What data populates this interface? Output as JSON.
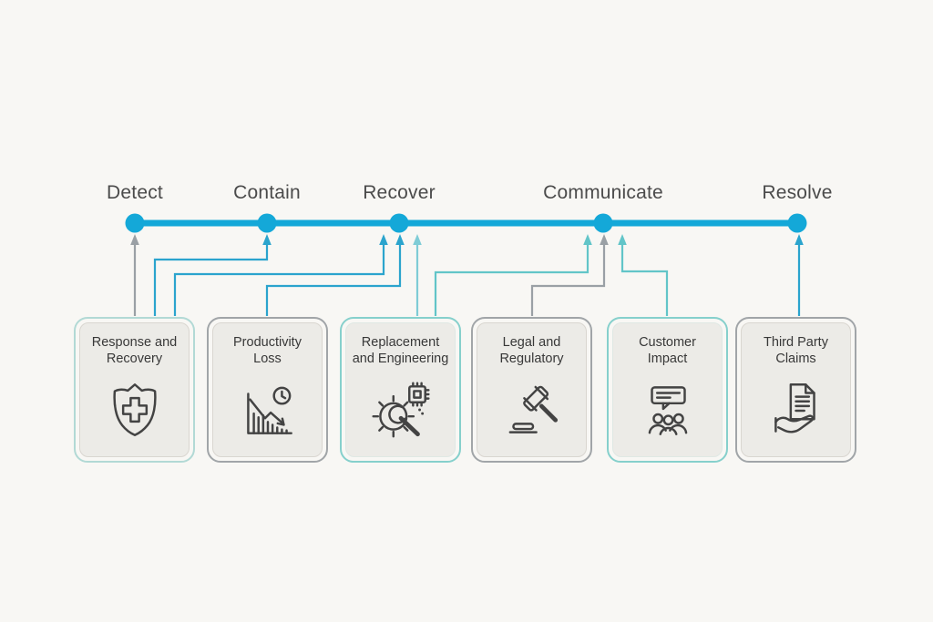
{
  "diagram": {
    "phases": [
      {
        "label": "Detect"
      },
      {
        "label": "Contain"
      },
      {
        "label": "Recover"
      },
      {
        "label": "Communicate"
      },
      {
        "label": "Resolve"
      }
    ],
    "cards": [
      {
        "title": "Response and Recovery",
        "icon": "shield-cross-icon",
        "border_color": "#b2d9d5"
      },
      {
        "title": "Productivity Loss",
        "icon": "declining-chart-clock-icon",
        "border_color": "#a1a5a8"
      },
      {
        "title": "Replacement and Engineering",
        "icon": "gear-wrench-chip-icon",
        "border_color": "#86d0cc"
      },
      {
        "title": "Legal and Regulatory",
        "icon": "gavel-icon",
        "border_color": "#a1a5a8"
      },
      {
        "title": "Customer Impact",
        "icon": "speech-bubble-people-icon",
        "border_color": "#86d0cc"
      },
      {
        "title": "Third Party Claims",
        "icon": "document-hand-icon",
        "border_color": "#a1a5a8"
      }
    ],
    "connections": [
      {
        "from": "Response and Recovery",
        "to": "Detect",
        "color_key": "arrow_gray"
      },
      {
        "from": "Response and Recovery",
        "to": "Contain",
        "color_key": "arrow_blue"
      },
      {
        "from": "Response and Recovery",
        "to": "Recover",
        "color_key": "arrow_blue"
      },
      {
        "from": "Productivity Loss",
        "to": "Recover",
        "color_key": "arrow_blue"
      },
      {
        "from": "Replacement and Engineering",
        "to": "Recover",
        "color_key": "arrow_teal_light"
      },
      {
        "from": "Replacement and Engineering",
        "to": "Communicate",
        "color_key": "arrow_teal"
      },
      {
        "from": "Legal and Regulatory",
        "to": "Communicate",
        "color_key": "arrow_gray"
      },
      {
        "from": "Customer Impact",
        "to": "Communicate",
        "color_key": "arrow_teal"
      },
      {
        "from": "Third Party Claims",
        "to": "Resolve",
        "color_key": "arrow_blue"
      }
    ],
    "colors": {
      "background": "#f8f7f4",
      "timeline": "#14a8d8",
      "arrow_blue": "#2ba4cd",
      "arrow_teal": "#62c5c8",
      "arrow_teal_light": "#7fccd6",
      "arrow_gray": "#9aa0a5",
      "card_fill": "#ecebe7",
      "label_text": "#4b4b4b",
      "icon_stroke": "#434343"
    }
  }
}
